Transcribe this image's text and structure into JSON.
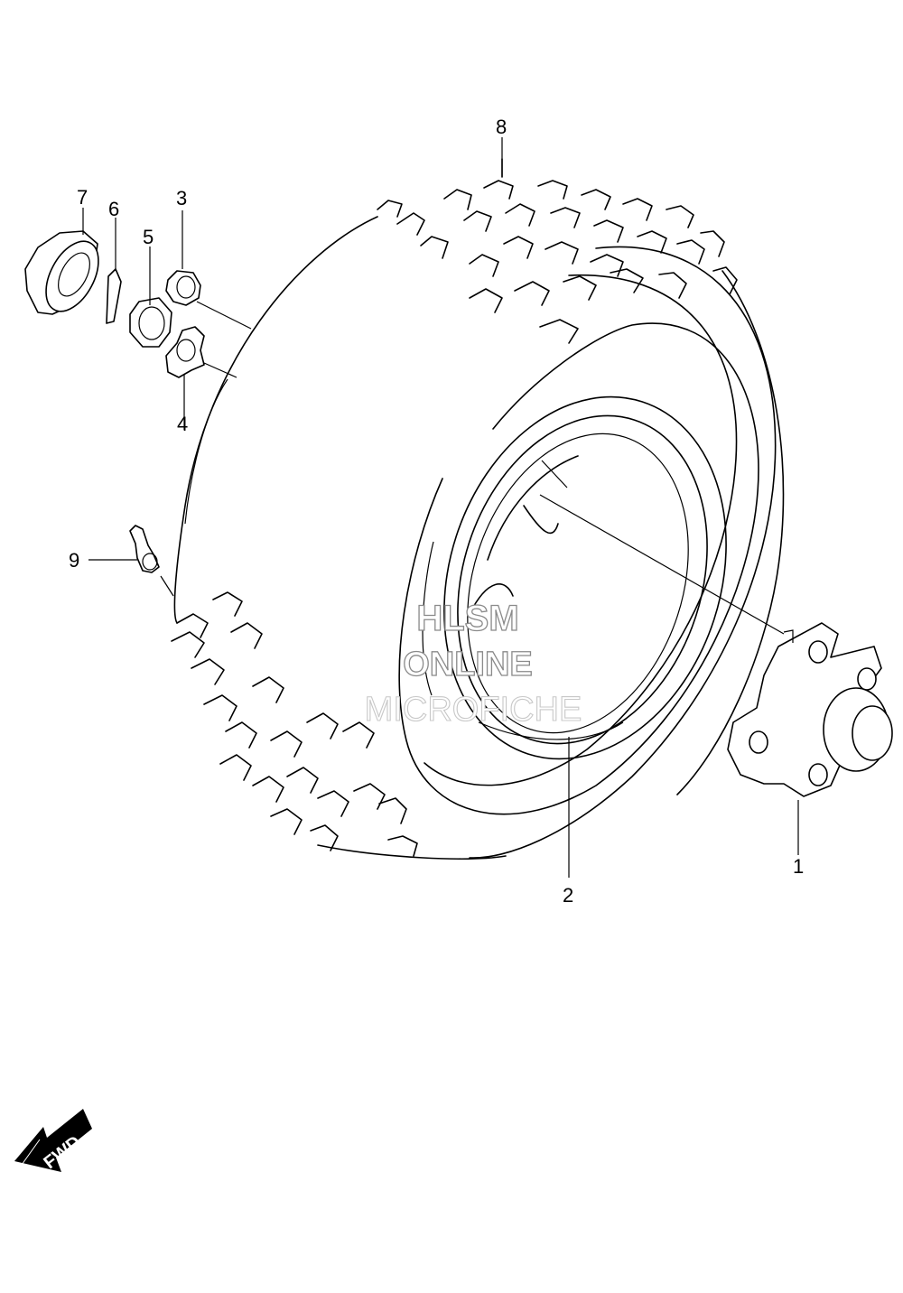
{
  "callouts": [
    {
      "id": "hub",
      "label": "1"
    },
    {
      "id": "wheel",
      "label": "2"
    },
    {
      "id": "nut",
      "label": "3"
    },
    {
      "id": "lock-washer",
      "label": "4"
    },
    {
      "id": "castle-nut",
      "label": "5"
    },
    {
      "id": "cotter-pin",
      "label": "6"
    },
    {
      "id": "hub-cap",
      "label": "7"
    },
    {
      "id": "tire",
      "label": "8"
    },
    {
      "id": "valve",
      "label": "9"
    }
  ],
  "watermark": {
    "line1": "HLSM",
    "line2": "ONLINE",
    "line3": "MICROFICHE"
  },
  "direction": {
    "label": "FWD"
  }
}
